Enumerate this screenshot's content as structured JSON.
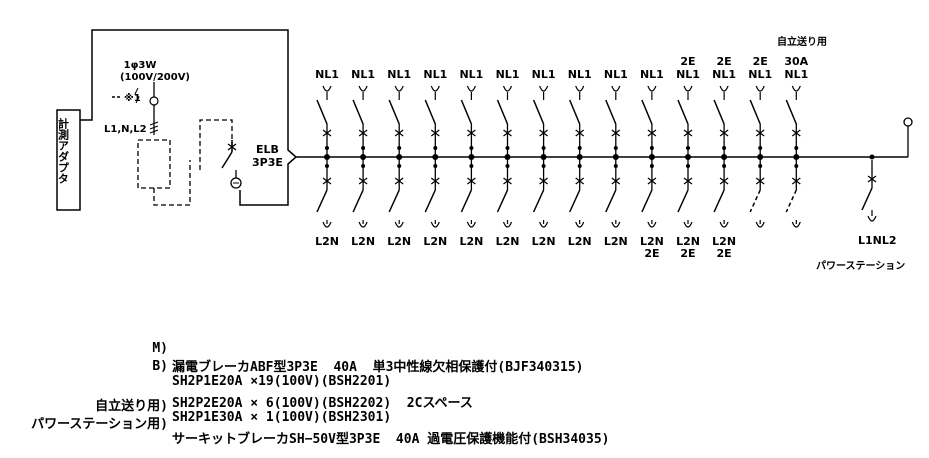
{
  "adapter_label": "計測アダプタ",
  "supply": {
    "phase": "1φ3W",
    "voltage": "(100V/200V)",
    "note_mark": "※1",
    "wires": "L1,N,L2"
  },
  "main_breaker": {
    "line1": "ELB",
    "line2": "3P3E"
  },
  "self_feed_label": "自立送り用",
  "power_station_label": "パワーステーション",
  "branches": [
    {
      "top": [
        "NL1"
      ],
      "bottom": [
        "L2N"
      ]
    },
    {
      "top": [
        "NL1"
      ],
      "bottom": [
        "L2N"
      ]
    },
    {
      "top": [
        "NL1"
      ],
      "bottom": [
        "L2N"
      ]
    },
    {
      "top": [
        "NL1"
      ],
      "bottom": [
        "L2N"
      ]
    },
    {
      "top": [
        "NL1"
      ],
      "bottom": [
        "L2N"
      ]
    },
    {
      "top": [
        "NL1"
      ],
      "bottom": [
        "L2N"
      ]
    },
    {
      "top": [
        "NL1"
      ],
      "bottom": [
        "L2N"
      ]
    },
    {
      "top": [
        "NL1"
      ],
      "bottom": [
        "L2N"
      ]
    },
    {
      "top": [
        "NL1"
      ],
      "bottom": [
        "L2N"
      ]
    },
    {
      "top": [
        "NL1"
      ],
      "bottom": [
        "L2N",
        "2E"
      ]
    },
    {
      "top": [
        "2E",
        "NL1"
      ],
      "bottom": [
        "L2N",
        "2E"
      ]
    },
    {
      "top": [
        "2E",
        "NL1"
      ],
      "bottom": [
        "L2N",
        "2E"
      ]
    },
    {
      "top": [
        "2E",
        "NL1"
      ],
      "bottom": []
    },
    {
      "top": [
        "30A",
        "NL1"
      ],
      "bottom": []
    }
  ],
  "ps_branch_label": "L1NL2",
  "notes": [
    {
      "label": "M)",
      "text": "漏電ブレーカABF型3P3E  40A  単3中性線欠相保護付(BJF340315)"
    },
    {
      "label": "B)",
      "text": "SH2P1E20A ×19(100V)(BSH2201)"
    },
    {
      "label": "",
      "text": "SH2P2E20A × 6(100V)(BSH2202)  2Cスペース"
    },
    {
      "label": "自立送り用)",
      "text": "SH2P1E30A × 1(100V)(BSH2301)"
    },
    {
      "label": "パワーステーション用)",
      "text": "サーキットブレーカSH−50V型3P3E  40A 過電圧保護機能付(BSH34035)"
    }
  ]
}
